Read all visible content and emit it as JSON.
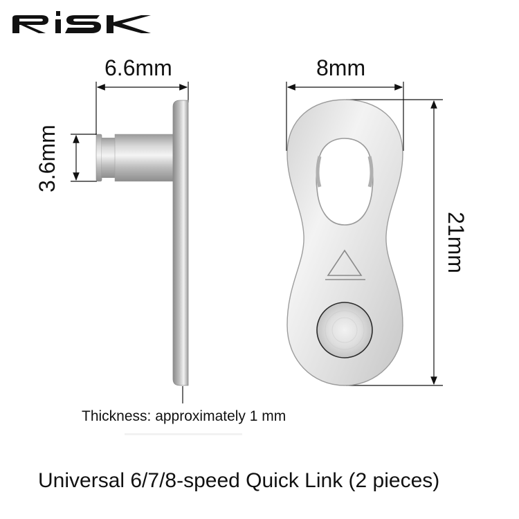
{
  "brand": {
    "logo_text": "RiSK"
  },
  "side_view": {
    "width_label": "6.6mm",
    "height_label": "3.6mm",
    "thickness_caption": "Thickness: approximately 1 mm"
  },
  "front_view": {
    "width_label": "8mm",
    "length_label": "21mm",
    "direction_marker": "triangle-arrow"
  },
  "product_title": "Universal 6/7/8-speed Quick Link (2 pieces)",
  "colors": {
    "background": "#ffffff",
    "text": "#111111",
    "metal_light": "#e9e9e9",
    "metal_mid": "#c4c4c4",
    "metal_dark": "#8a8a8a"
  }
}
